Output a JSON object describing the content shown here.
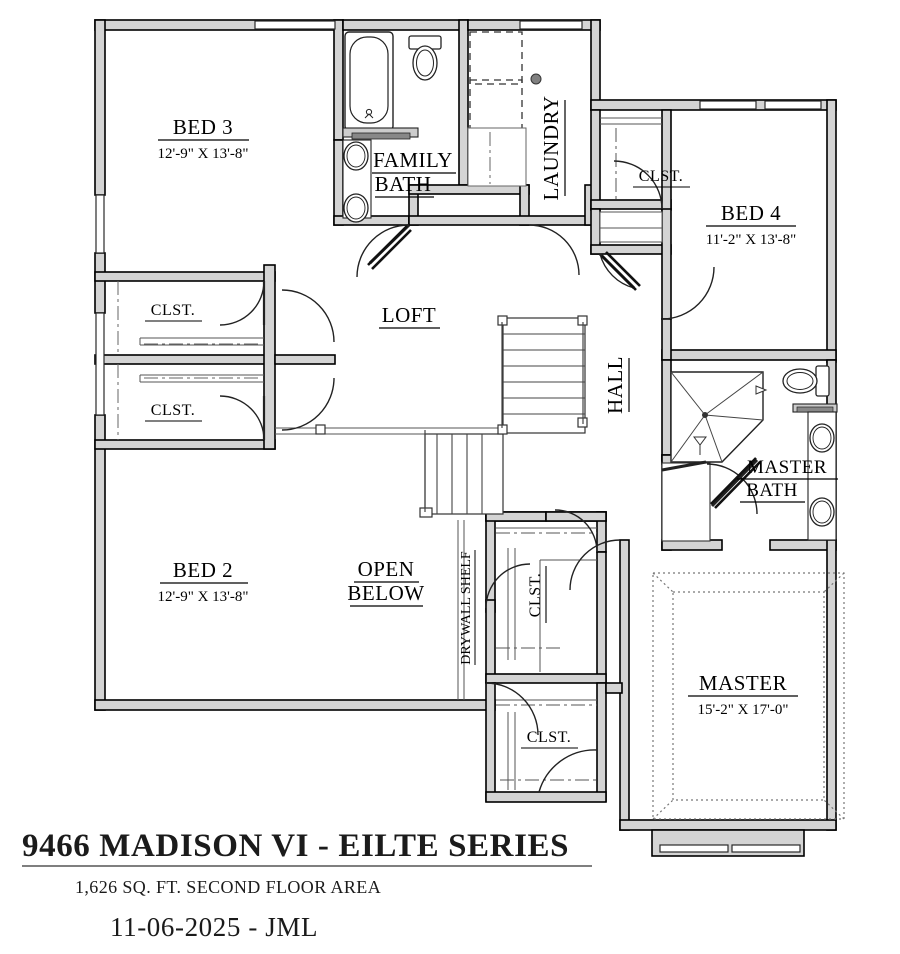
{
  "document": {
    "type": "architectural-floor-plan",
    "title": "9466 MADISON VI - EILTE SERIES",
    "subtitle": "1,626 SQ. FT. SECOND FLOOR AREA",
    "date_line": "11-06-2025 - JML",
    "floor": "SECOND FLOOR",
    "area_sqft": "1,626"
  },
  "colors": {
    "paper": "#ffffff",
    "wall_fill": "#d4d4d4",
    "wall_stroke": "#000000",
    "thin_line": "#3a3a3a",
    "text": "#000000",
    "dashed": "#555555"
  },
  "rooms": [
    {
      "id": "bed3",
      "name": "BED 3",
      "dimensions": "12'-9\" X 13'-8\""
    },
    {
      "id": "bed2",
      "name": "BED 2",
      "dimensions": "12'-9\" X 13'-8\""
    },
    {
      "id": "bed4",
      "name": "BED 4",
      "dimensions": "11'-2\" X 13'-8\""
    },
    {
      "id": "master",
      "name": "MASTER",
      "dimensions": "15'-2\" X 17'-0\""
    },
    {
      "id": "famb",
      "name": "FAMILY",
      "name2": "BATH",
      "dimensions": ""
    },
    {
      "id": "mbath",
      "name": "MASTER",
      "name2": "BATH",
      "dimensions": ""
    },
    {
      "id": "loft",
      "name": "LOFT",
      "dimensions": ""
    },
    {
      "id": "laundry",
      "name": "LAUNDRY",
      "dimensions": ""
    },
    {
      "id": "hall",
      "name": "HALL",
      "dimensions": ""
    },
    {
      "id": "open",
      "name": "OPEN",
      "name2": "BELOW",
      "dimensions": ""
    }
  ],
  "closets": [
    {
      "id": "clst-upper-left",
      "label": "CLST.",
      "rotated": false
    },
    {
      "id": "clst-lower-left",
      "label": "CLST.",
      "rotated": false
    },
    {
      "id": "clst-bed4",
      "label": "CLST.",
      "rotated": false
    },
    {
      "id": "clst-mid",
      "label": "CLST.",
      "rotated": true
    },
    {
      "id": "clst-bottom",
      "label": "CLST.",
      "rotated": false
    }
  ],
  "annotations": [
    {
      "id": "drywall-shelf",
      "text": "DRYWALL SHELF",
      "rotated": true
    }
  ],
  "fixtures": [
    {
      "id": "bathtub",
      "room": "famb"
    },
    {
      "id": "toilet-family",
      "room": "famb"
    },
    {
      "id": "sink-family-1",
      "room": "famb"
    },
    {
      "id": "sink-family-2",
      "room": "famb"
    },
    {
      "id": "washer",
      "room": "laundry"
    },
    {
      "id": "dryer",
      "room": "laundry"
    },
    {
      "id": "floor-drain",
      "room": "laundry"
    },
    {
      "id": "corner-shower",
      "room": "mbath"
    },
    {
      "id": "toilet-master",
      "room": "mbath"
    },
    {
      "id": "sink-master-1",
      "room": "mbath"
    },
    {
      "id": "sink-master-2",
      "room": "mbath"
    },
    {
      "id": "staircase",
      "room": "loft"
    },
    {
      "id": "tray-ceiling",
      "room": "master"
    },
    {
      "id": "bay-window",
      "room": "master"
    }
  ]
}
